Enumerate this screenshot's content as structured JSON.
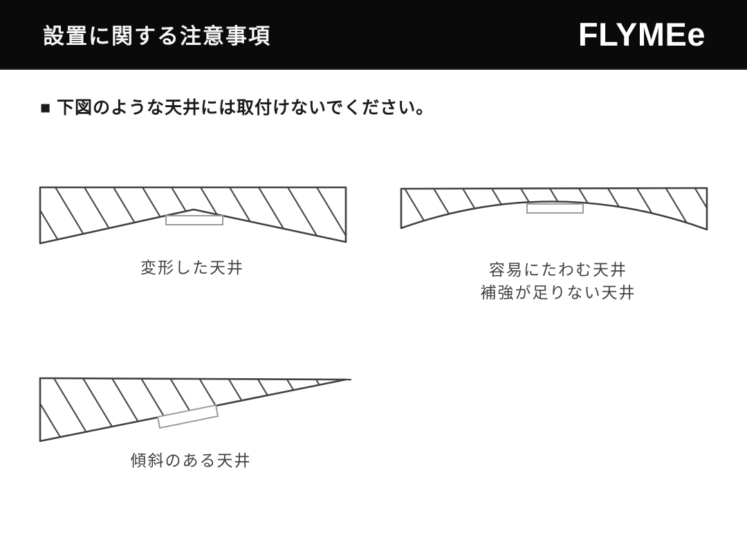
{
  "header": {
    "title": "設置に関する注意事項",
    "logo": "FLYMEe"
  },
  "notice": {
    "text": "■ 下図のような天井には取付けないでください。"
  },
  "diagrams": [
    {
      "id": "deformed-ceiling",
      "label": "変形した天井"
    },
    {
      "id": "flexing-ceiling",
      "label_line1": "容易にたわむ天井",
      "label_line2": "補強が足りない天井"
    },
    {
      "id": "sloped-ceiling",
      "label": "傾斜のある天井"
    }
  ],
  "colors": {
    "header_bg": "#0a0a0a",
    "header_fg": "#ffffff",
    "outline": "#404040",
    "hatch": "#454545",
    "canopy_stroke": "#9a9a9a"
  }
}
